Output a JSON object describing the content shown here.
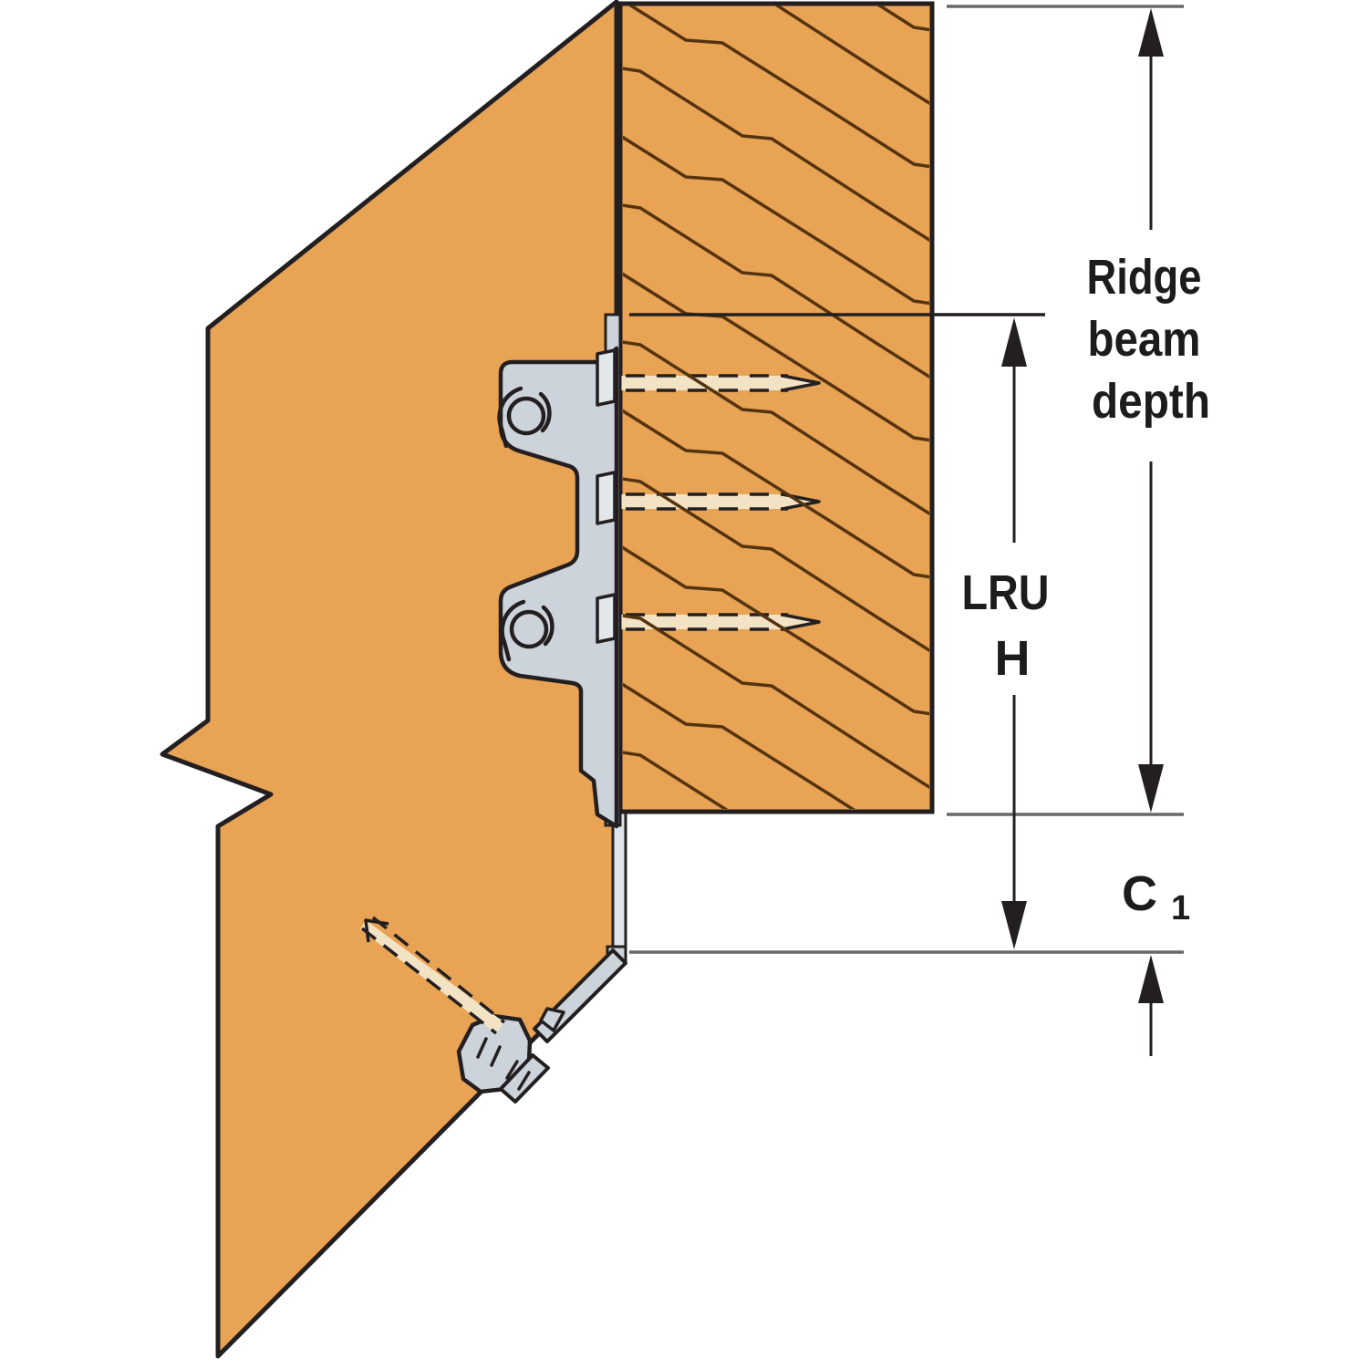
{
  "diagram": {
    "labels": {
      "ridge_beam_depth": {
        "lines": [
          "Ridge",
          "beam",
          "depth"
        ]
      },
      "lru_height": {
        "lines": [
          "LRU",
          "H"
        ]
      },
      "c1": {
        "base": "C",
        "sub": "1"
      }
    },
    "colors": {
      "background": "#ffffff",
      "wood": "#e8a354",
      "wood_grain": "#54330f",
      "outline": "#231f20",
      "metal": "#cdd3db",
      "metal_light": "#e2e7ec",
      "nail": "#f2e3c4",
      "dimension_line": "#231f20",
      "extension_line": "#66686b",
      "text": "#1c1c1c"
    }
  }
}
